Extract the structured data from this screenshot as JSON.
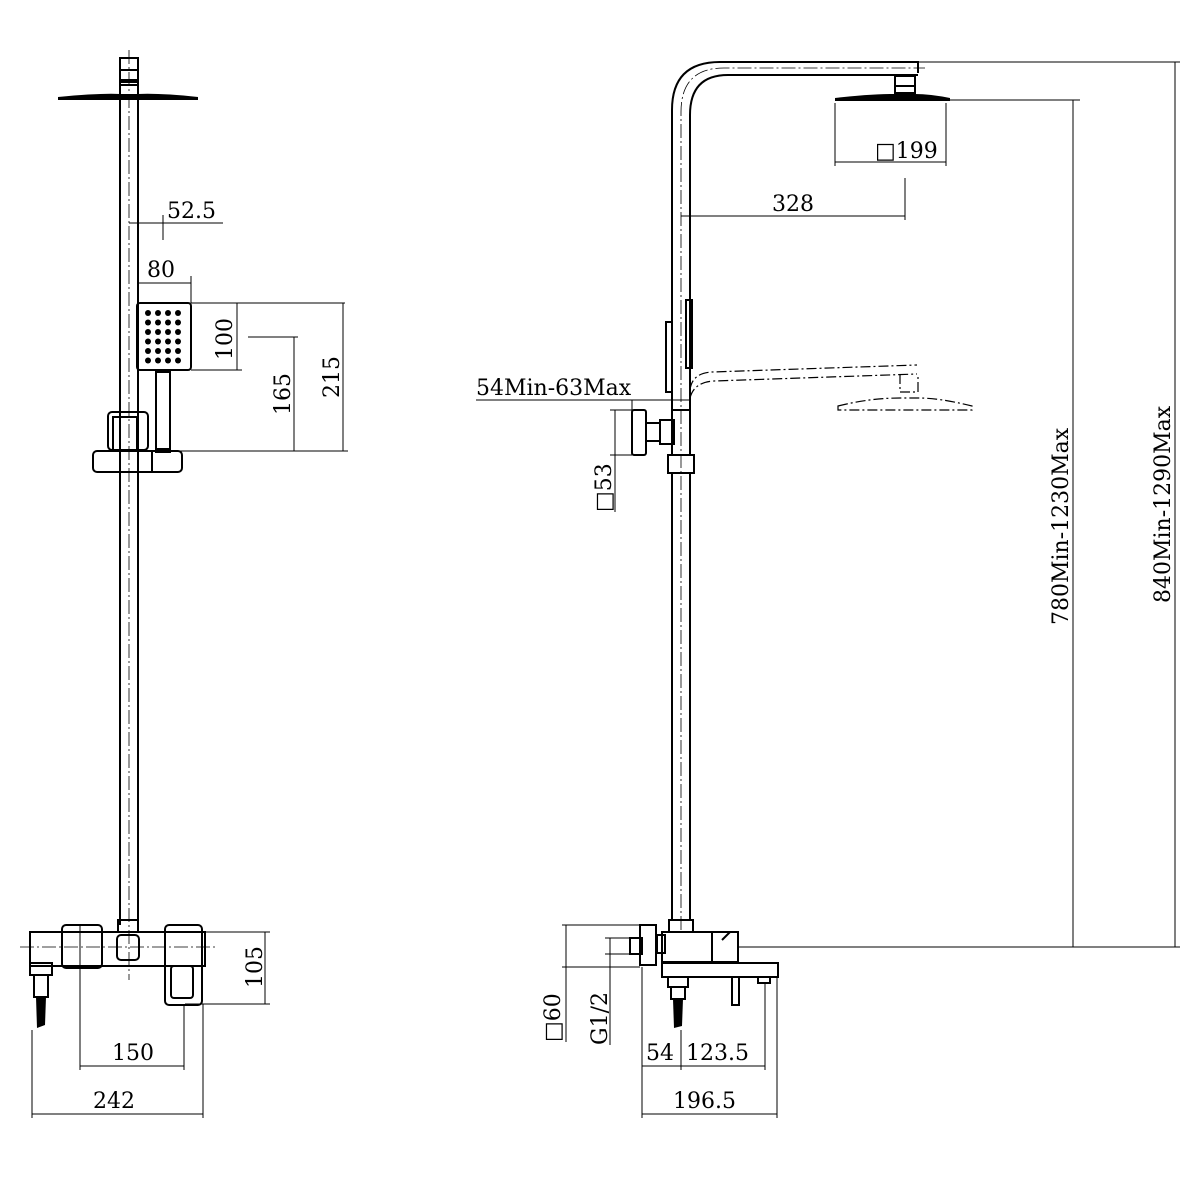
{
  "front_view": {
    "dims": {
      "pipe_offset": "52.5",
      "hand_shower_width": "80",
      "hand_shower_height": "100",
      "holder_height": "165",
      "total_hand_height": "215",
      "mixer_height": "105",
      "inlet_centers": "150",
      "overall_width": "242"
    }
  },
  "side_view": {
    "dims": {
      "head_size": "□199",
      "arm_reach": "328",
      "bracket_range": "54Min-63Max",
      "bracket_size": "□53",
      "rail_height": "780Min-1230Max",
      "total_height": "840Min-1290Max",
      "flange_size": "□60",
      "thread": "G1/2",
      "wall_offset": "54",
      "spout_reach": "123.5",
      "overall_depth": "196.5"
    }
  }
}
